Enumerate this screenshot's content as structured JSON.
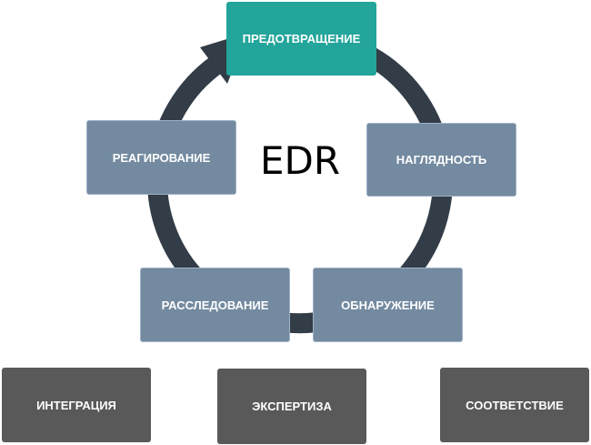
{
  "title": "EDR",
  "colors": {
    "ring": "#333d47",
    "accent": "#23a59b",
    "stage": "#738aa0",
    "capability": "#595959"
  },
  "cycle": [
    {
      "label": "ПРЕДОТВРАЩЕНИЕ"
    },
    {
      "label": "НАГЛЯДНОСТЬ"
    },
    {
      "label": "ОБНАРУЖЕНИЕ"
    },
    {
      "label": "РАССЛЕДОВАНИЕ"
    },
    {
      "label": "РЕАГИРОВАНИЕ"
    }
  ],
  "capabilities": [
    {
      "label": "ИНТЕГРАЦИЯ"
    },
    {
      "label": "ЭКСПЕРТИЗА"
    },
    {
      "label": "СООТВЕТСТВИЕ"
    }
  ]
}
